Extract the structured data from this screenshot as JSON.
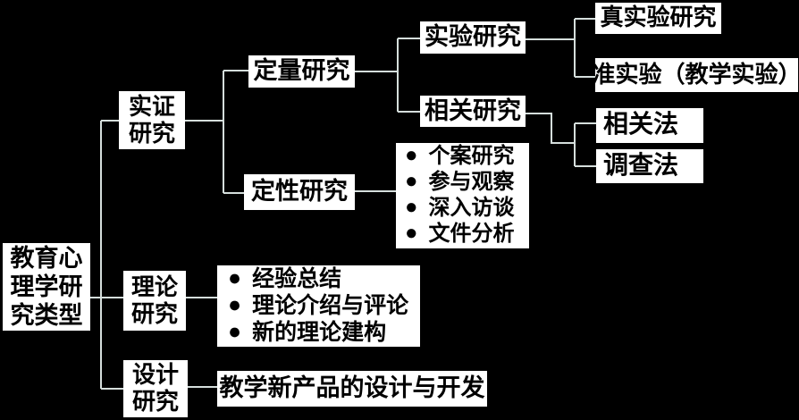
{
  "colors": {
    "background": "#000000",
    "node_fill": "#ffffff",
    "node_text": "#000000",
    "connector": "#d5dedc"
  },
  "icons": {
    "bullet": "●"
  },
  "tree": {
    "root": {
      "lines": [
        "教育心",
        "理学研",
        "究类型"
      ]
    },
    "shizheng": {
      "lines": [
        "实证",
        "研究"
      ]
    },
    "lilun": {
      "lines": [
        "理论",
        "研究"
      ]
    },
    "sheji": {
      "lines": [
        "设计",
        "研究"
      ]
    },
    "dingliang": {
      "label": "定量研究"
    },
    "dingxing": {
      "label": "定性研究"
    },
    "shiyan": {
      "label": "实验研究"
    },
    "xiangguan": {
      "label": "相关研究"
    },
    "zhenshiyan": {
      "label": "真实验研究"
    },
    "zhunshiyan": {
      "label": "准实验（教学实验）"
    },
    "xiangguanfa": {
      "label": "相关法"
    },
    "diaochafa": {
      "label": "调查法"
    },
    "dingxing_list": {
      "items": [
        "个案研究",
        "参与观察",
        "深入访谈",
        "文件分析"
      ]
    },
    "lilun_list": {
      "items": [
        "经验总结",
        "理论介绍与评论",
        "新的理论建构"
      ]
    },
    "sheji_item": {
      "label": "教学新产品的设计与开发"
    }
  }
}
